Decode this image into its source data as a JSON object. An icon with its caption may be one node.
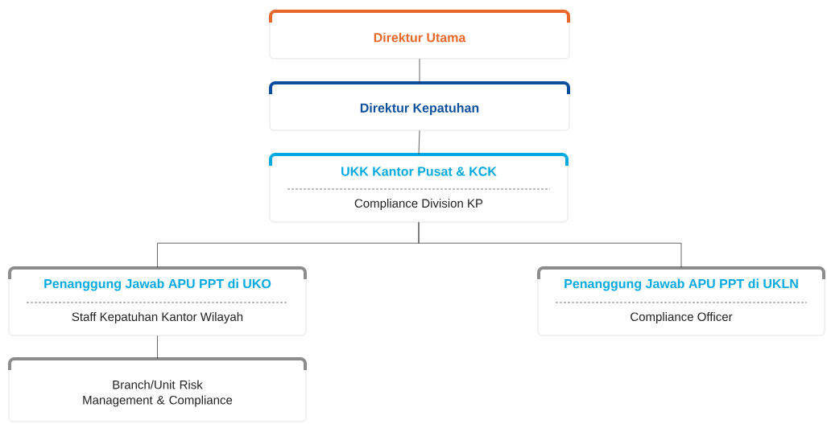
{
  "diagram": {
    "nodes": [
      {
        "text": [
          "Direktur Utama"
        ]
      },
      {
        "text": [
          "Direktur Kepatuhan"
        ]
      },
      {
        "text": [
          "UKK Kantor Pusat & KCK",
          "Compliance Division KP"
        ]
      },
      {
        "text": [
          "Penanggung Jawab APU PPT di UKO",
          "Staff Kepatuhan Kantor Wilayah"
        ]
      },
      {
        "text": [
          "Penanggung Jawab APU PPT di UKLN",
          "Compliance Officer"
        ]
      },
      {
        "text": [
          "Branch/Unit Risk Management & Compliance"
        ]
      }
    ],
    "edges": [
      {
        "from": 0,
        "to": 1,
        "arrow": "none"
      },
      {
        "from": 1,
        "to": 2,
        "arrow": "none"
      },
      {
        "from": 2,
        "to": 3,
        "arrow": "none"
      },
      {
        "from": 2,
        "to": 4,
        "arrow": "none"
      },
      {
        "from": 3,
        "to": 5,
        "arrow": "none"
      }
    ]
  }
}
